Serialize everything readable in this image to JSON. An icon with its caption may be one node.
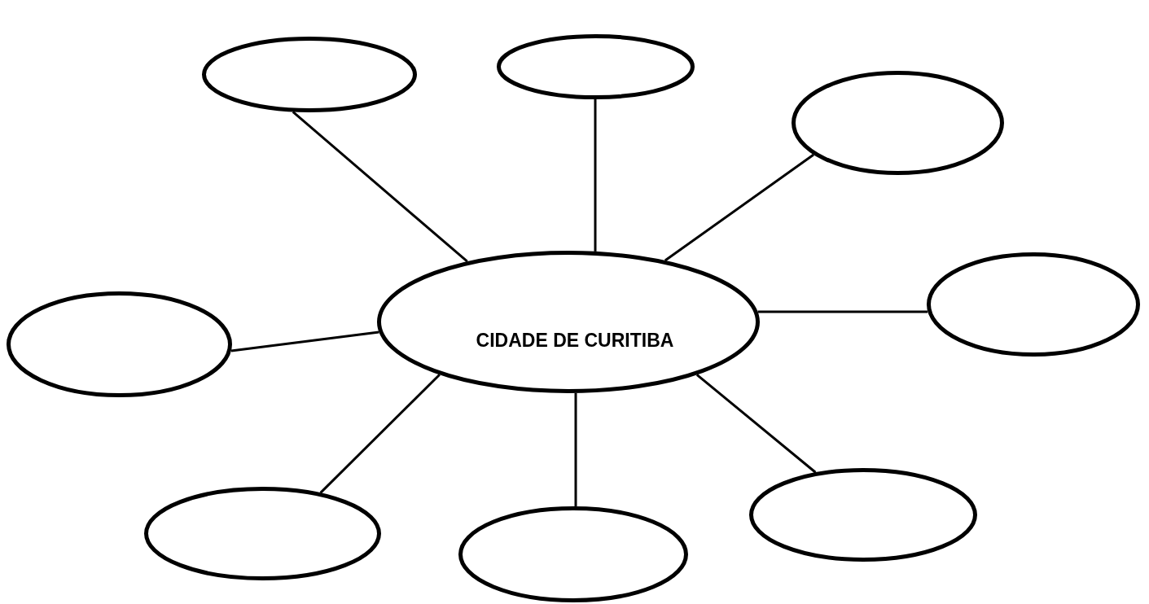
{
  "diagram": {
    "nodes": [
      {
        "text": [],
        "shape": "ellipse"
      },
      {
        "text": [],
        "shape": "ellipse"
      },
      {
        "text": [],
        "shape": "ellipse"
      },
      {
        "text": [],
        "shape": "ellipse"
      },
      {
        "text": [
          "CIDADE DE CURITIBA"
        ]
      },
      {
        "text": [],
        "shape": "ellipse"
      },
      {
        "text": [],
        "shape": "ellipse"
      },
      {
        "text": [],
        "shape": "ellipse"
      },
      {
        "text": [],
        "shape": "ellipse"
      }
    ],
    "edges": [
      {
        "from": 4,
        "to": 0,
        "arrow": "none"
      },
      {
        "from": 4,
        "to": 1,
        "arrow": "none"
      },
      {
        "from": 4,
        "to": 2,
        "arrow": "none"
      },
      {
        "from": 4,
        "to": 3,
        "arrow": "none"
      },
      {
        "from": 4,
        "to": 5,
        "arrow": "none"
      },
      {
        "from": 4,
        "to": 6,
        "arrow": "none"
      },
      {
        "from": 4,
        "to": 7,
        "arrow": "none"
      },
      {
        "from": 4,
        "to": 8,
        "arrow": "none"
      }
    ]
  }
}
